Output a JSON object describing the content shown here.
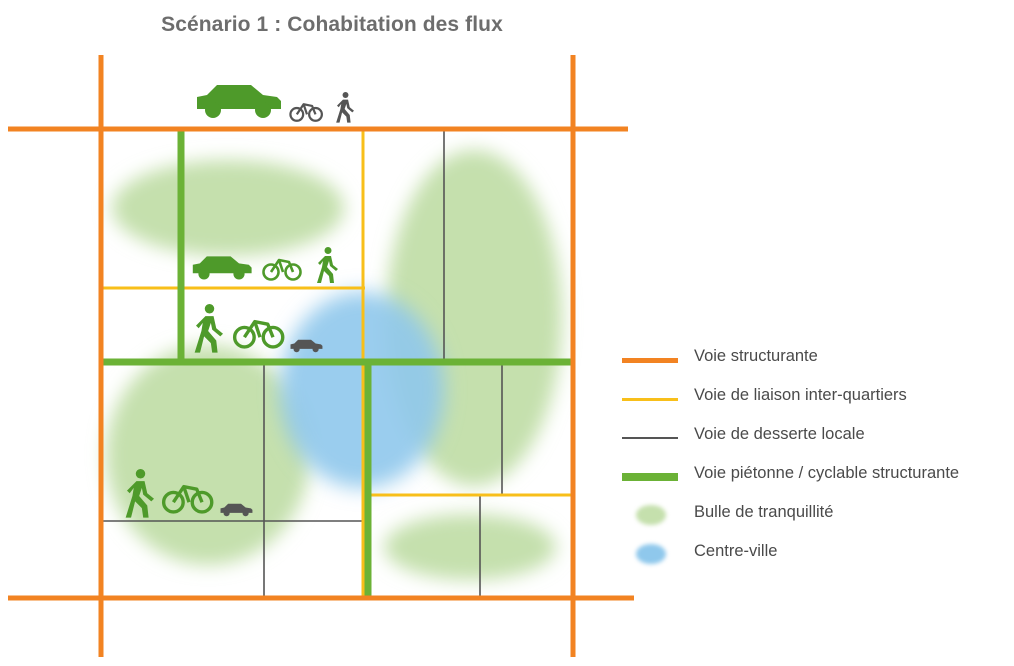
{
  "title": "Scénario 1 : Cohabitation des flux",
  "colors": {
    "voie_structurante": "#f28322",
    "voie_liaison": "#f8bf1a",
    "voie_desserte": "#555555",
    "voie_pieton_cyclable": "#6bb236",
    "bulle_tranquillite": "#c5e0ad",
    "centre_ville": "#8fc8ec",
    "icon_green": "#4e9a2a",
    "icon_gray": "#555555"
  },
  "legend": [
    {
      "key": "voie_structurante",
      "label": "Voie structurante"
    },
    {
      "key": "voie_liaison",
      "label": "Voie de liaison inter-quartiers"
    },
    {
      "key": "voie_desserte",
      "label": "Voie de desserte locale"
    },
    {
      "key": "voie_pieton_cyclable",
      "label": "Voie piétonne / cyclable structurante"
    },
    {
      "key": "bulle_tranquillite",
      "label": "Bulle de tranquillité"
    },
    {
      "key": "centre_ville",
      "label": "Centre-ville"
    }
  ],
  "icons": [
    "car-icon",
    "bicycle-icon",
    "pedestrian-icon"
  ]
}
